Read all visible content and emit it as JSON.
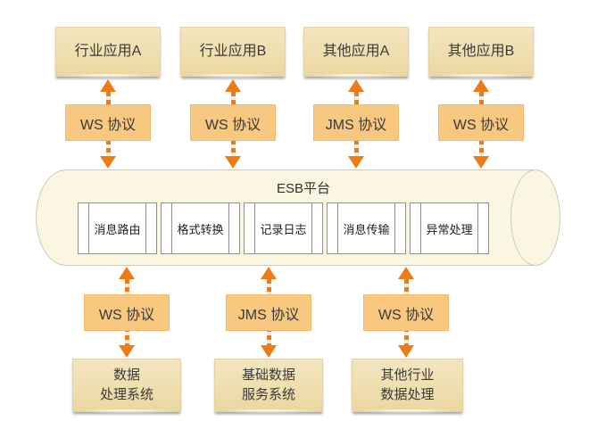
{
  "diagram": {
    "esb": {
      "title": "ESB平台",
      "modules": [
        {
          "label": "消息路由"
        },
        {
          "label": "格式转换"
        },
        {
          "label": "记录日志"
        },
        {
          "label": "消息传输"
        },
        {
          "label": "异常处理"
        }
      ]
    },
    "top_apps": [
      {
        "label": "行业应用A",
        "protocol": "WS 协议"
      },
      {
        "label": "行业应用B",
        "protocol": "WS 协议"
      },
      {
        "label": "其他应用A",
        "protocol": "JMS 协议"
      },
      {
        "label": "其他应用B",
        "protocol": "WS 协议"
      }
    ],
    "bottom_systems": [
      {
        "protocol": "WS 协议",
        "label_line1": "数据",
        "label_line2": "处理系统"
      },
      {
        "protocol": "JMS 协议",
        "label_line1": "基础数据",
        "label_line2": "服务系统"
      },
      {
        "protocol": "WS 协议",
        "label_line1": "其他行业",
        "label_line2": "数据处理"
      }
    ],
    "colors": {
      "app_box_fill": "#EFDFAF",
      "protocol_box_fill": "#F8C780",
      "arrow": "#ED7C17",
      "cylinder_fill": "#FBF6E2",
      "cylinder_border": "#C9C8BC",
      "module_fill": "#FFFFFF",
      "module_border": "#8F8F8F",
      "text": "#333333"
    }
  }
}
